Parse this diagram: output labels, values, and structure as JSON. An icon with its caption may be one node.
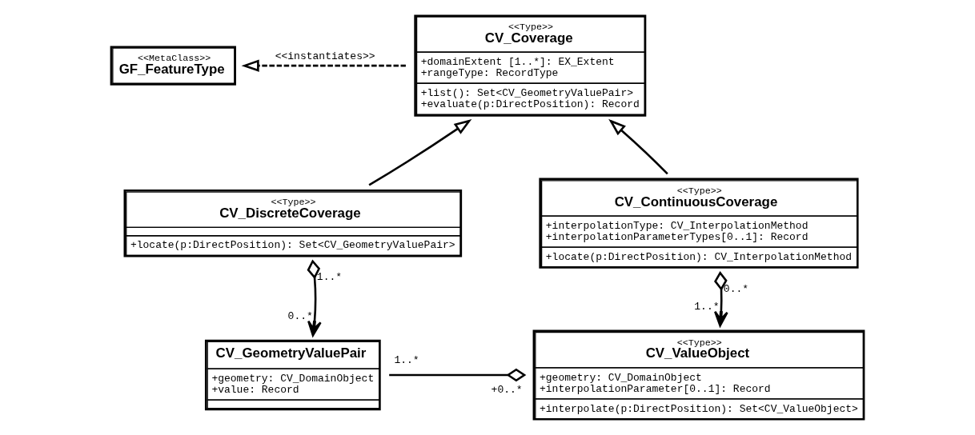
{
  "diagram": {
    "nodes": [
      {
        "text": [
          "<<MetaClass>>",
          "GF_FeatureType"
        ]
      },
      {
        "text": [
          "<<Type>>",
          "CV_Coverage",
          "+domainExtent [1..*]: EX_Extent",
          "+rangeType: RecordType",
          "+list(): Set<CV_GeometryValuePair>",
          "+evaluate(p:DirectPosition): Record"
        ]
      },
      {
        "text": [
          "<<Type>>",
          "CV_DiscreteCoverage",
          "+locate(p:DirectPosition): Set<CV_GeometryValuePair>"
        ]
      },
      {
        "text": [
          "<<Type>>",
          "CV_ContinuousCoverage",
          "+interpolationType: CV_InterpolationMethod",
          "+interpolationParameterTypes[0..1]: Record",
          "+locate(p:DirectPosition): CV_InterpolationMethod"
        ]
      },
      {
        "text": [
          "CV_GeometryValuePair",
          "+geometry: CV_DomainObject",
          "+value: Record"
        ]
      },
      {
        "text": [
          "<<Type>>",
          "CV_ValueObject",
          "+geometry: CV_DomainObject",
          "+interpolationParameter[0..1]: Record",
          "+interpolate(p:DirectPosition): Set<CV_ValueObject>"
        ]
      }
    ],
    "edges": [
      {
        "from": 1,
        "to": 0,
        "arrow": "to",
        "label": "<<instantiates>>",
        "style": "dashed"
      },
      {
        "from": 2,
        "to": 1,
        "arrow": "to"
      },
      {
        "from": 3,
        "to": 1,
        "arrow": "to"
      },
      {
        "from": 2,
        "to": 4,
        "arrow": "to"
      },
      {
        "from": 3,
        "to": 5,
        "arrow": "to"
      },
      {
        "from": 4,
        "to": 5,
        "arrow": "other"
      }
    ],
    "labels": [
      "1..*",
      "0..*",
      "0..*",
      "1..*",
      "1..*",
      "+0..*"
    ]
  }
}
